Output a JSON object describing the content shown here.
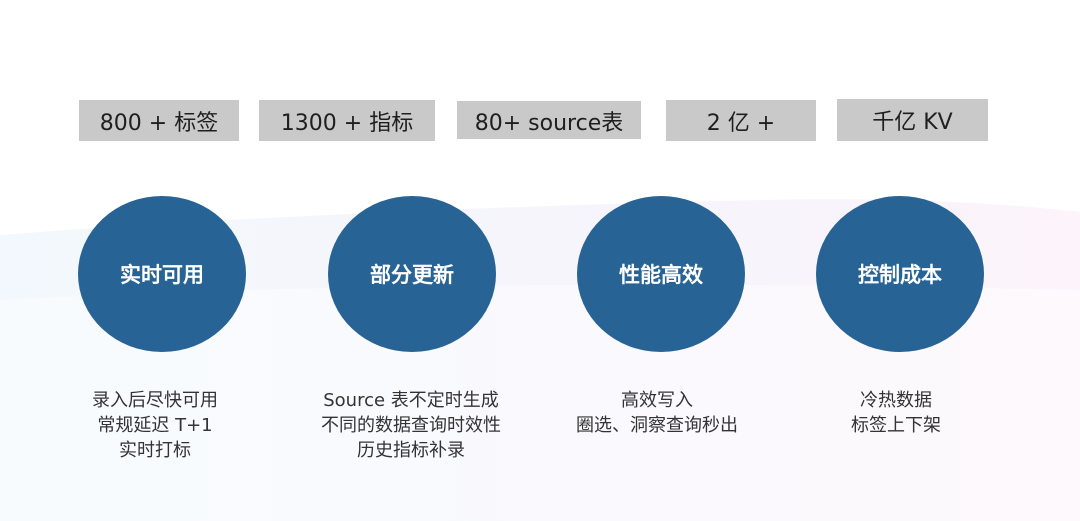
{
  "stats": [
    {
      "label": "800 + 标签"
    },
    {
      "label": "1300 + 指标"
    },
    {
      "label": "80+ source表"
    },
    {
      "label": "2 亿 +"
    },
    {
      "label": "千亿 KV"
    }
  ],
  "pillars": [
    {
      "title": "实时可用",
      "lines": [
        "录入后尽快可用",
        "常规延迟 T+1",
        "实时打标"
      ]
    },
    {
      "title": "部分更新",
      "lines": [
        "Source 表不定时生成",
        "不同的数据查询时效性",
        "历史指标补录"
      ]
    },
    {
      "title": "性能高效",
      "lines": [
        "高效写入",
        "圈选、洞察查询秒出"
      ]
    },
    {
      "title": "控制成本",
      "lines": [
        "冷热数据",
        "标签上下架"
      ]
    }
  ],
  "colors": {
    "circle": "#276395",
    "stat_bg": "#c9c9c9"
  }
}
